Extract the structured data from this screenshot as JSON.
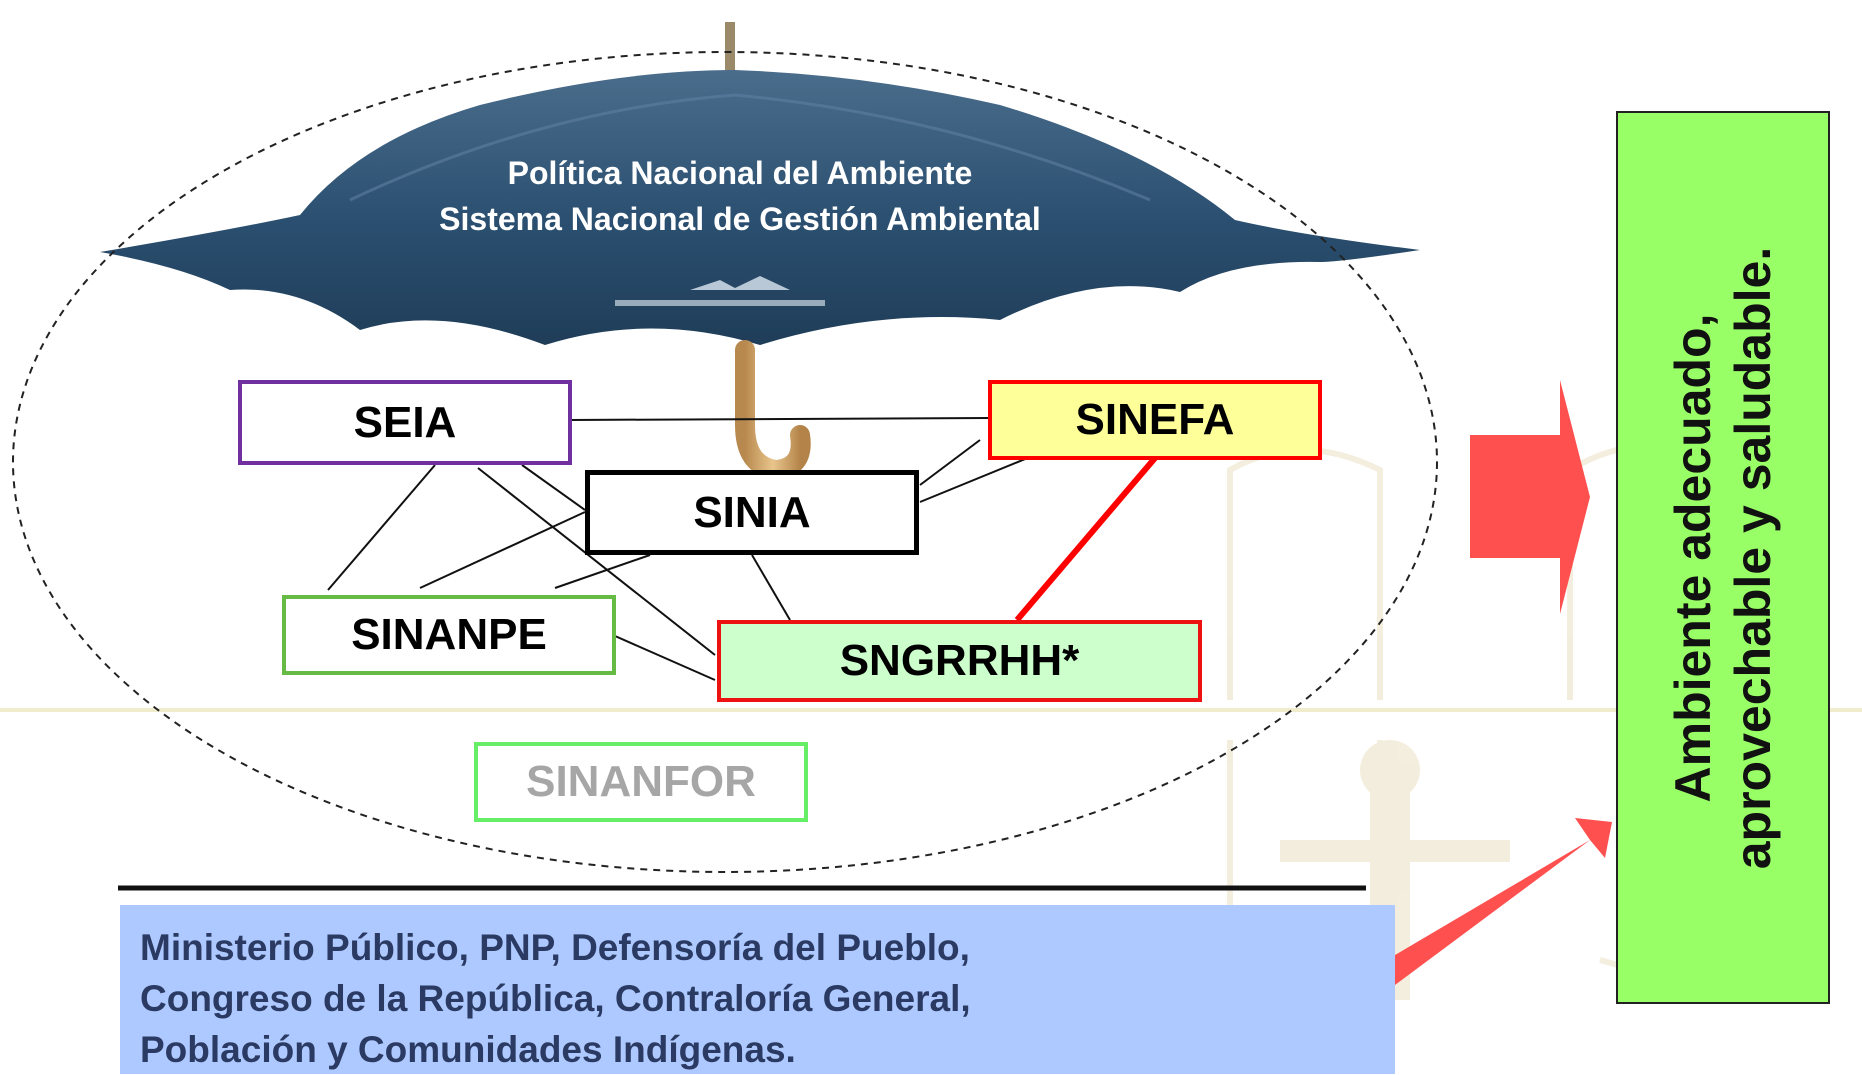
{
  "umbrella": {
    "title_line1": "Política Nacional  del  Ambiente",
    "title_line2": "Sistema Nacional de Gestión Ambiental"
  },
  "systems": {
    "seia": "SEIA",
    "sinefa": "SINEFA",
    "sinia": "SINIA",
    "sinanpe": "SINANPE",
    "sngrrhh": "SNGRRHH*",
    "sinanfor": "SINANFOR"
  },
  "institutions": {
    "line1": "Ministerio Público, PNP, Defensoría del Pueblo,",
    "line2": "Congreso de la República, Contraloría General,",
    "line3": "Población  y Comunidades Indígenas."
  },
  "result": {
    "line1": "Ambiente adecuado,",
    "line2": "aprovechable y saludable."
  },
  "colors": {
    "seia_border": "#7030a0",
    "sinefa_border": "#ff0000",
    "sinefa_fill": "#ffff99",
    "sinia_border": "#000000",
    "sinanpe_border": "#66bb44",
    "sngrrhh_border": "#ee1111",
    "sngrrhh_fill": "#ccffcc",
    "sinanfor_border": "#66ee66",
    "sinanfor_text": "#a6a6a6",
    "arrow": "#ff5050",
    "result_fill": "#99ff66",
    "institutions_fill": "#aec9ff"
  }
}
